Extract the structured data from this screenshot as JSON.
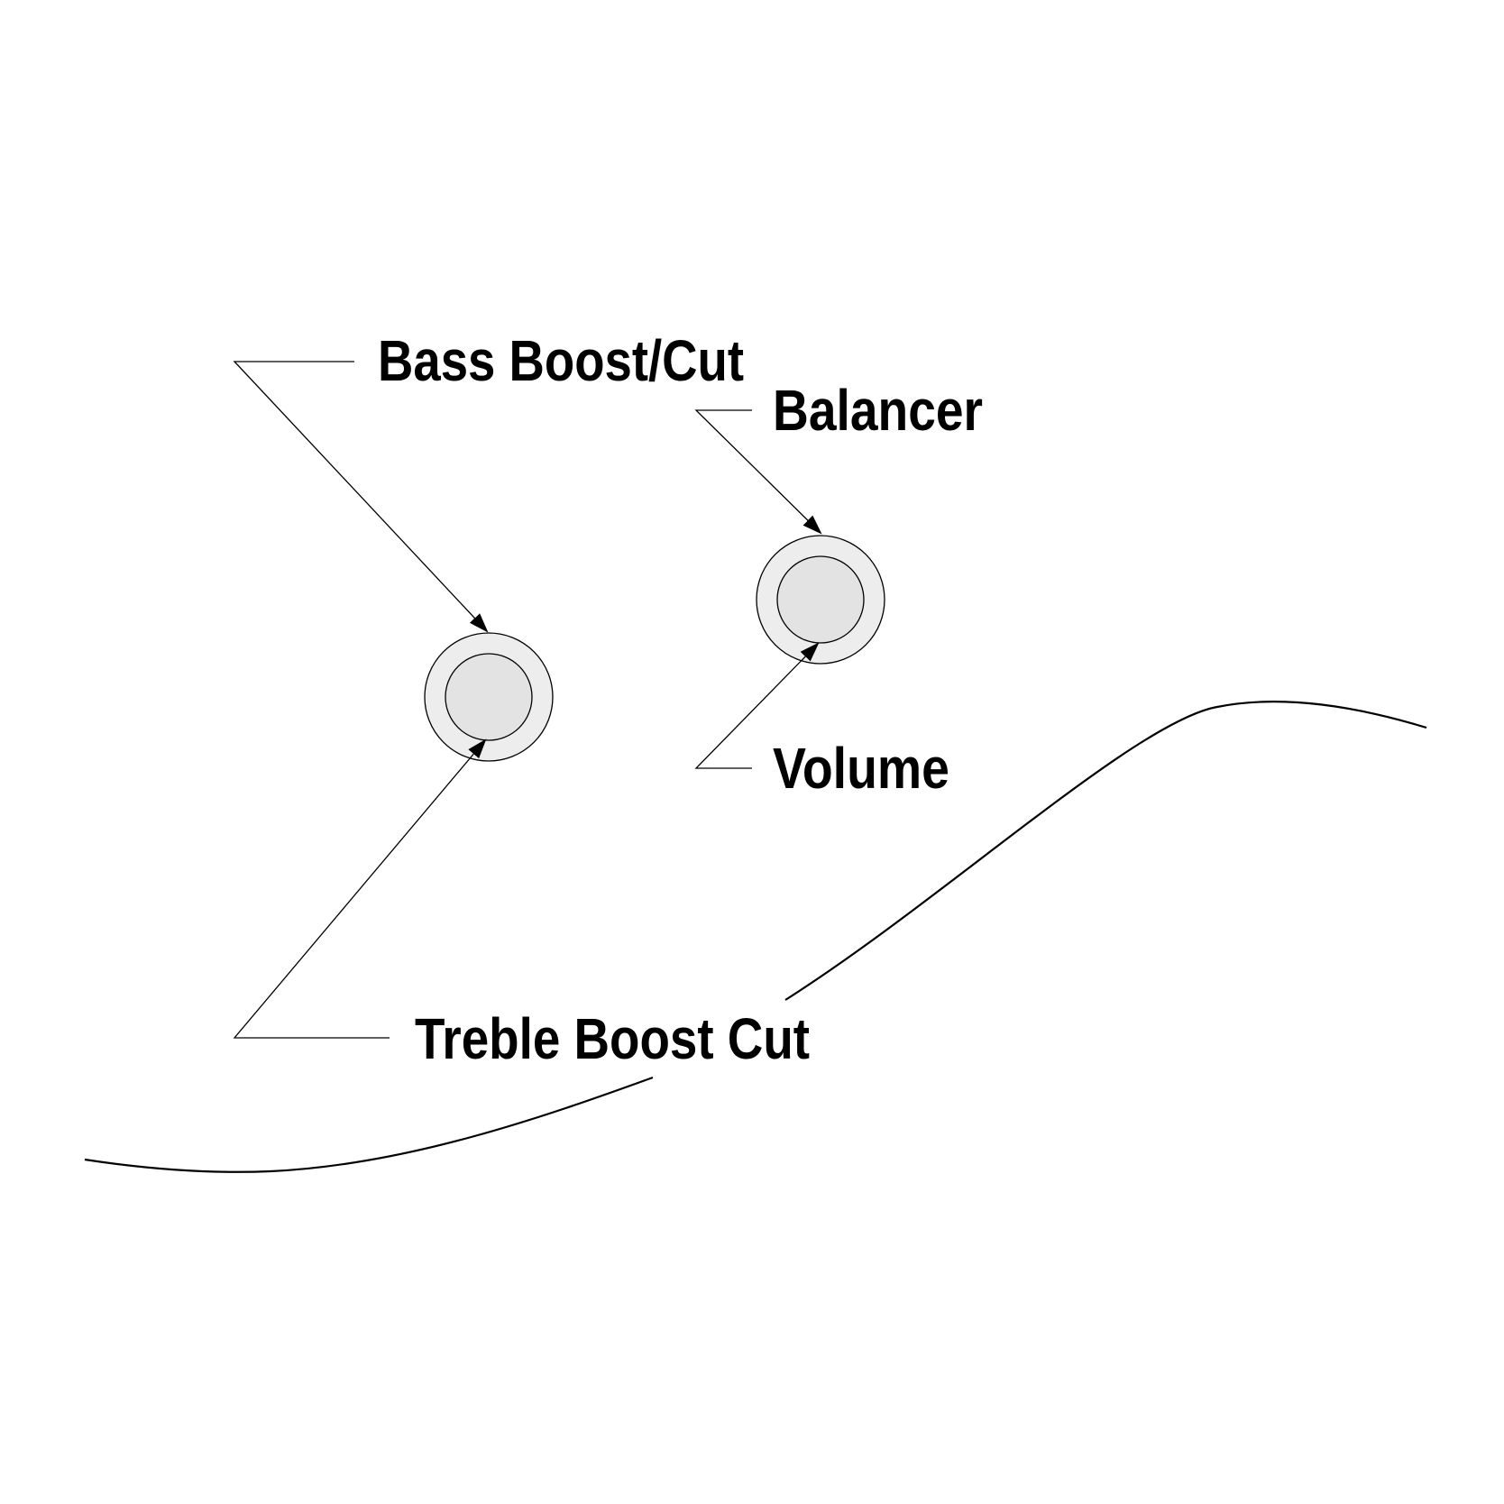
{
  "labels": {
    "bass": "Bass Boost/Cut",
    "balancer": "Balancer",
    "volume": "Volume",
    "treble": "Treble Boost Cut"
  },
  "colors": {
    "knob_fill": "#ededed",
    "line": "#000000",
    "background": "#ffffff"
  }
}
